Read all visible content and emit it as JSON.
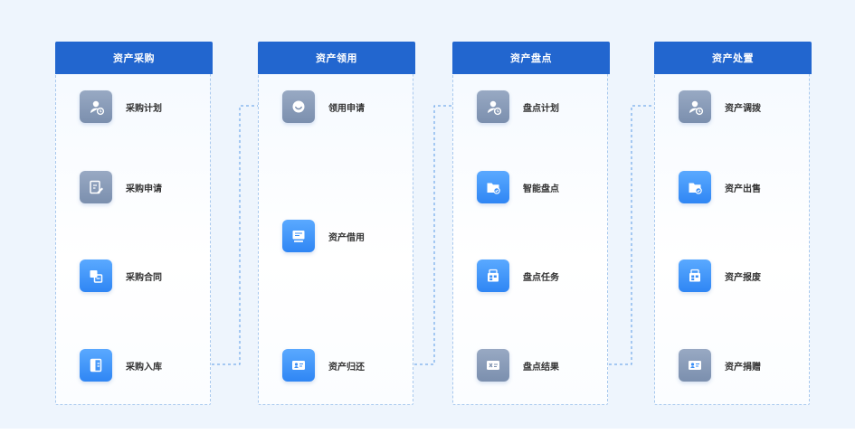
{
  "columns": [
    {
      "title": "资产采购",
      "nodes": [
        {
          "label": "采购计划",
          "style": "gray",
          "icon": "user-clock-icon"
        },
        {
          "label": "采购申请",
          "style": "gray",
          "icon": "edit-document-icon"
        },
        {
          "label": "采购合同",
          "style": "blue",
          "icon": "contract-icon"
        },
        {
          "label": "采购入库",
          "style": "blue",
          "icon": "warehouse-icon"
        }
      ]
    },
    {
      "title": "资产领用",
      "nodes": [
        {
          "label": "领用申请",
          "style": "gray",
          "icon": "chat-bubble-icon"
        },
        {
          "label": "资产借用",
          "style": "blue",
          "icon": "monitor-icon"
        },
        {
          "label": "资产归还",
          "style": "blue",
          "icon": "id-card-icon"
        }
      ]
    },
    {
      "title": "资产盘点",
      "nodes": [
        {
          "label": "盘点计划",
          "style": "gray",
          "icon": "user-clock-icon"
        },
        {
          "label": "智能盘点",
          "style": "blue",
          "icon": "folder-check-icon"
        },
        {
          "label": "盘点任务",
          "style": "blue",
          "icon": "grid-box-icon"
        },
        {
          "label": "盘点结果",
          "style": "gray",
          "icon": "result-card-icon"
        }
      ]
    },
    {
      "title": "资产处置",
      "nodes": [
        {
          "label": "资产调拨",
          "style": "gray",
          "icon": "user-clock-icon"
        },
        {
          "label": "资产出售",
          "style": "blue",
          "icon": "folder-check-icon"
        },
        {
          "label": "资产报废",
          "style": "blue",
          "icon": "grid-box-icon"
        },
        {
          "label": "资产捐赠",
          "style": "gray",
          "icon": "id-card-icon"
        }
      ]
    }
  ],
  "colors": {
    "header": "#2266cf",
    "connector": "#5b9be6",
    "icon_gray": "#8a9dba",
    "icon_blue": "#3a8ff7"
  }
}
